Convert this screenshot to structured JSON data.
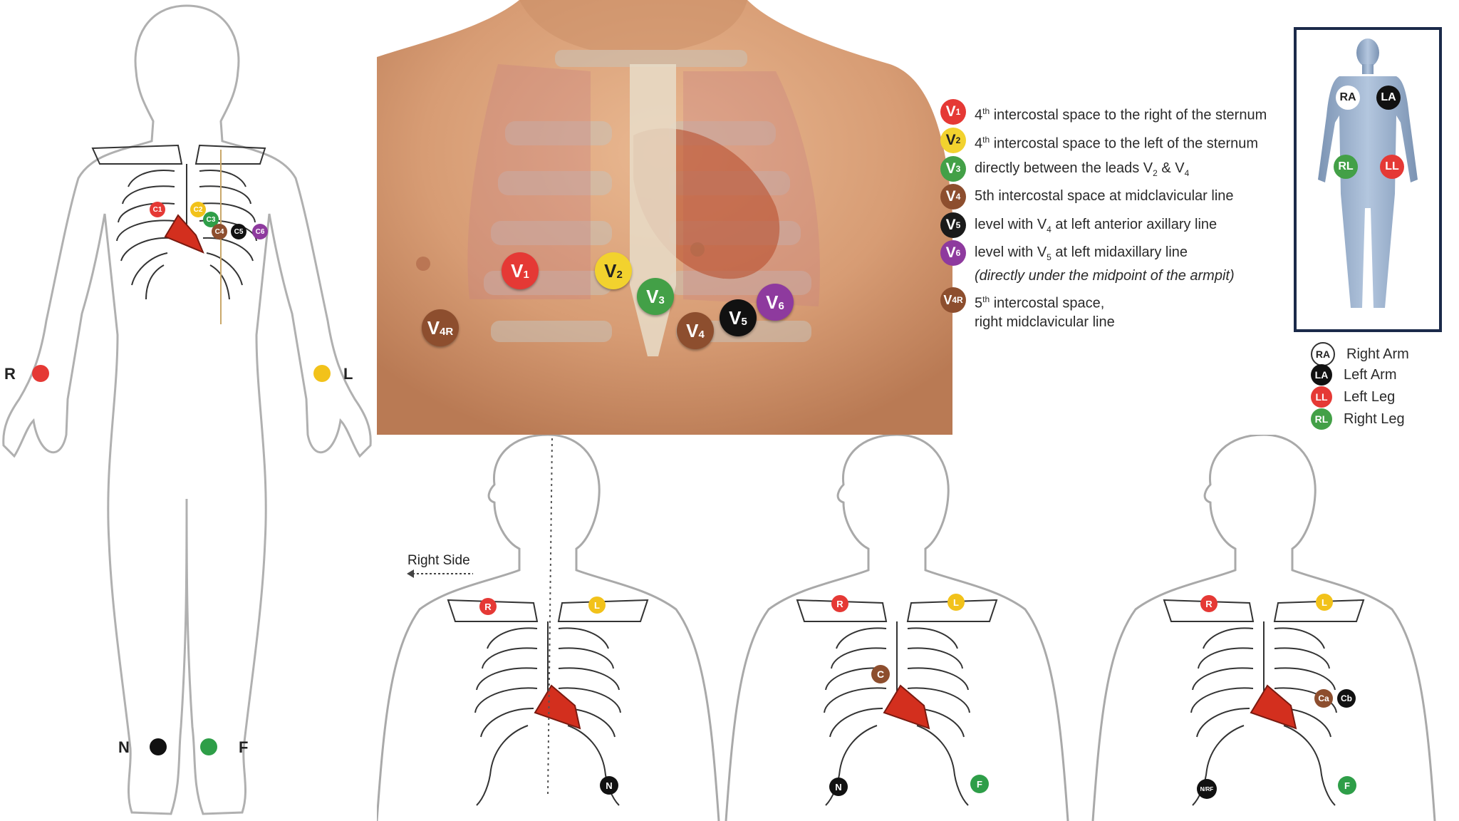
{
  "full_body": {
    "chest_electrodes": [
      "C1",
      "C2",
      "C3",
      "C4",
      "C5",
      "C6"
    ],
    "limb_electrodes": {
      "right_arm": "R",
      "left_arm": "L",
      "neutral": "N",
      "foot": "F"
    }
  },
  "chest_photo": {
    "electrodes": [
      {
        "id": "V1",
        "base": "V",
        "sub": "1"
      },
      {
        "id": "V2",
        "base": "V",
        "sub": "2"
      },
      {
        "id": "V3",
        "base": "V",
        "sub": "3"
      },
      {
        "id": "V4",
        "base": "V",
        "sub": "4"
      },
      {
        "id": "V5",
        "base": "V",
        "sub": "5"
      },
      {
        "id": "V6",
        "base": "V",
        "sub": "6"
      },
      {
        "id": "V4R",
        "base": "V",
        "sub": "4R"
      }
    ]
  },
  "legend": [
    {
      "badge": "V",
      "sub": "1",
      "color": "#e53935",
      "text": "intercostal space to the right of the sternum",
      "ord": "4",
      "sup": "th"
    },
    {
      "badge": "V",
      "sub": "2",
      "color": "#f2d22e",
      "text": "intercostal space to the left of the sternum",
      "ord": "4",
      "sup": "th"
    },
    {
      "badge": "V",
      "sub": "3",
      "color": "#43a047",
      "text_a": "directly between the leads V",
      "sub_a": "2",
      "text_b": " & V",
      "sub_b": "4"
    },
    {
      "badge": "V",
      "sub": "4",
      "color": "#8d4e2e",
      "text": "5th intercostal space at midclavicular line"
    },
    {
      "badge": "V",
      "sub": "5",
      "color": "#1a1a1a",
      "text_a": "level with V",
      "sub_a": "4",
      "text_b": " at left anterior axillary line"
    },
    {
      "badge": "V",
      "sub": "6",
      "color": "#8e3a9e",
      "text_a": "level with V",
      "sub_a": "5",
      "text_b": " at left midaxillary line",
      "note": "(directly under the midpoint of the armpit)"
    },
    {
      "badge": "V",
      "sub": "4R",
      "color": "#8d4e2e",
      "ord": "5",
      "sup": "th",
      "text": "intercostal space,",
      "line2": "right midclavicular line"
    }
  ],
  "limb_figure": {
    "badges": [
      {
        "id": "RA",
        "color": "#ffffff",
        "text_color": "#222"
      },
      {
        "id": "LA",
        "color": "#111111",
        "text_color": "#ffffff"
      },
      {
        "id": "RL",
        "color": "#43a047",
        "text_color": "#ffffff"
      },
      {
        "id": "LL",
        "color": "#e53935",
        "text_color": "#ffffff"
      }
    ],
    "legend": [
      {
        "id": "RA",
        "label": "Right Arm",
        "color": "#ffffff",
        "text_color": "#222"
      },
      {
        "id": "LA",
        "label": "Left Arm",
        "color": "#111111",
        "text_color": "#ffffff"
      },
      {
        "id": "LL",
        "label": "Left Leg",
        "color": "#e53935",
        "text_color": "#ffffff"
      },
      {
        "id": "RL",
        "label": "Right Leg",
        "color": "#43a047",
        "text_color": "#ffffff"
      }
    ]
  },
  "torso_diagrams": [
    {
      "side_label": "Right Side",
      "electrodes": [
        "R",
        "L",
        "N"
      ]
    },
    {
      "electrodes": [
        "R",
        "L",
        "C",
        "N",
        "F"
      ]
    },
    {
      "electrodes": [
        "R",
        "L",
        "Ca",
        "Cb",
        "N/RF",
        "F"
      ]
    }
  ],
  "colors": {
    "red": "#e53935",
    "yellow": "#f2c21a",
    "green": "#2e9e48",
    "black": "#111111",
    "brown": "#8d4e2e",
    "purple": "#8e3a9e",
    "heart": "#d32f1e",
    "outline": "#a9a9a9"
  }
}
